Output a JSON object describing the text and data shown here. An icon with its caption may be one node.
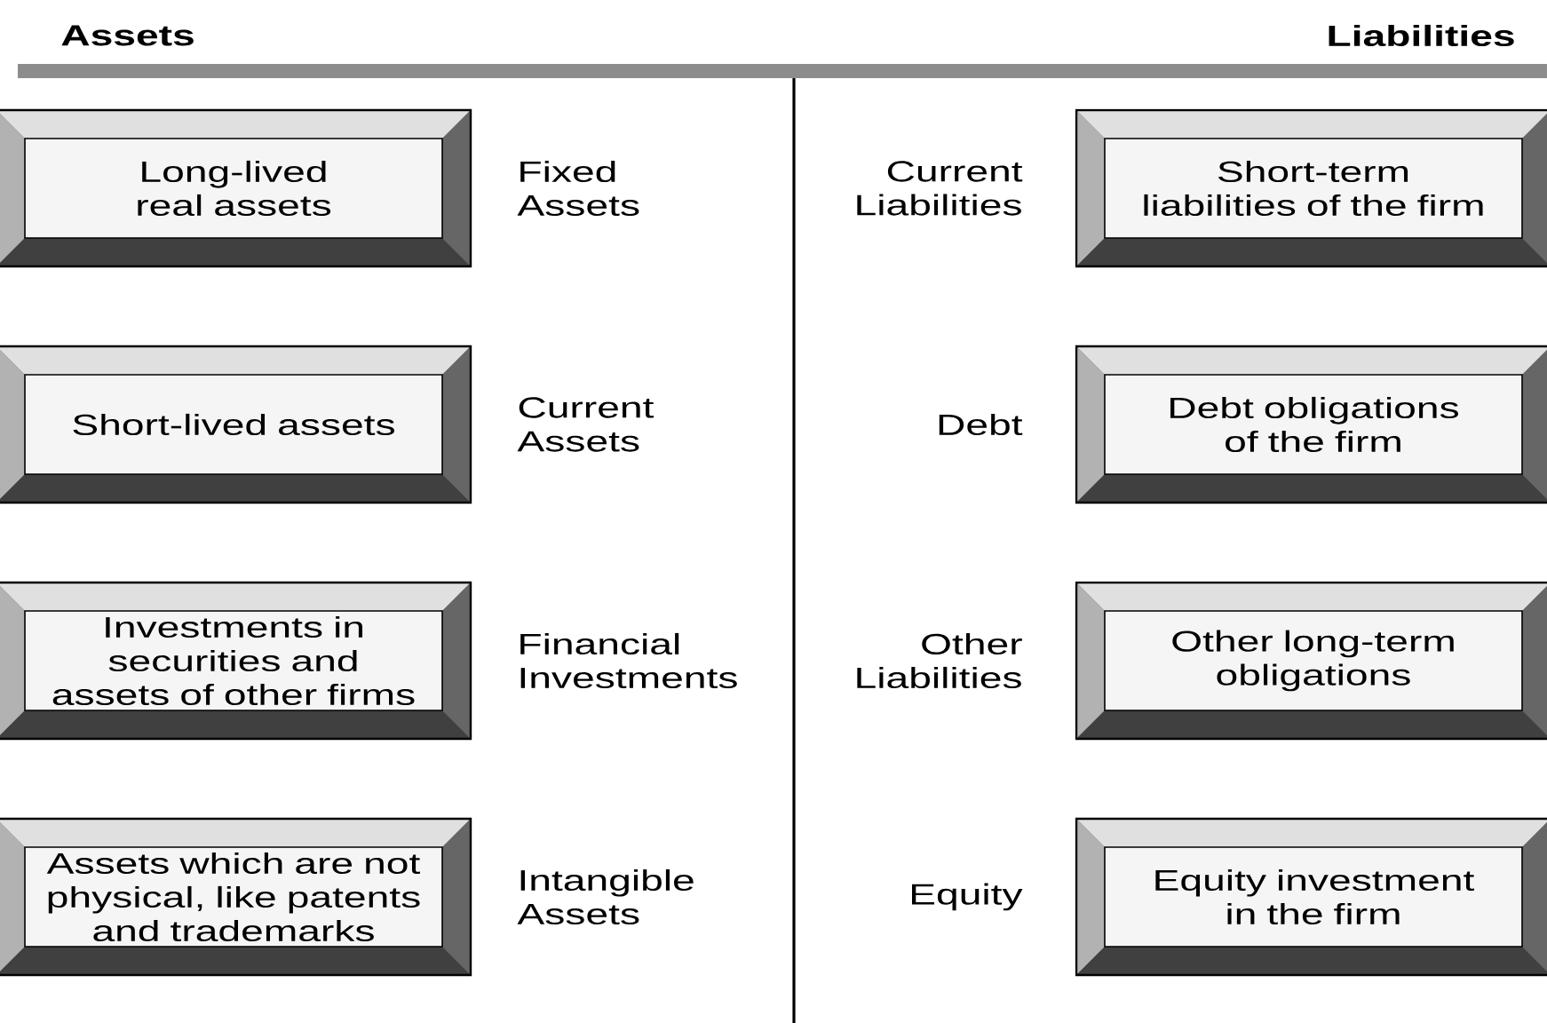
{
  "diagram": {
    "nodes": [
      {
        "text": [
          "Long-lived real assets"
        ],
        "beside": [
          "Fixed Assets"
        ]
      },
      {
        "text": [
          "Short-lived assets"
        ],
        "beside": [
          "Current Assets"
        ]
      },
      {
        "text": [
          "Investments in securities and assets of other firms"
        ],
        "beside": [
          "Financial Investments"
        ]
      },
      {
        "text": [
          "Assets which are not physical, like patents and trademarks"
        ],
        "beside": [
          "Intangible Assets"
        ]
      },
      {
        "text": [
          "Short-term liabilities of the firm"
        ],
        "beside": [
          "Current Liabilities"
        ]
      },
      {
        "text": [
          "Debt obligations of the firm"
        ],
        "beside": [
          "Debt"
        ]
      },
      {
        "text": [
          "Other long-term obligations"
        ],
        "beside": [
          "Other Liabilities"
        ]
      },
      {
        "text": [
          "Equity investment in the firm"
        ],
        "beside": [
          "Equity"
        ]
      }
    ],
    "labels": [
      "Assets",
      "Liabilities"
    ]
  }
}
